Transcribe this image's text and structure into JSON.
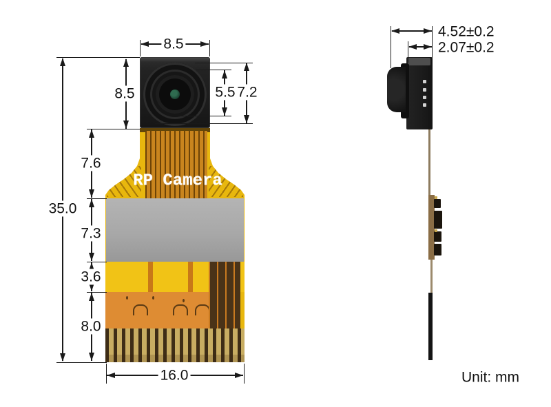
{
  "views": {
    "front": {
      "flex_print": "RP Camera",
      "dimensions": {
        "module_width": "8.5",
        "module_height": "8.5",
        "lens_span": "5.5",
        "head_span": "7.2",
        "neck_length": "7.6",
        "overall_length": "35.0",
        "stiffener_length": "7.3",
        "mid_gap": "3.6",
        "connector_length": "8.0",
        "cable_width": "16.0"
      }
    },
    "side": {
      "dimensions": {
        "total_thickness": "4.52±0.2",
        "body_thickness": "2.07±0.2"
      }
    }
  },
  "unit_note": "Unit: mm",
  "colors": {
    "flex_yellow": "#E8B70E",
    "flex_orange": "#DE8C33",
    "stiffener_gray": "#A8A8A8",
    "gold_finger": "#C8AD62",
    "trace_brown": "#6E4406",
    "lens_teal": "#2F6B50",
    "drawing_line": "#1A1A1A"
  }
}
